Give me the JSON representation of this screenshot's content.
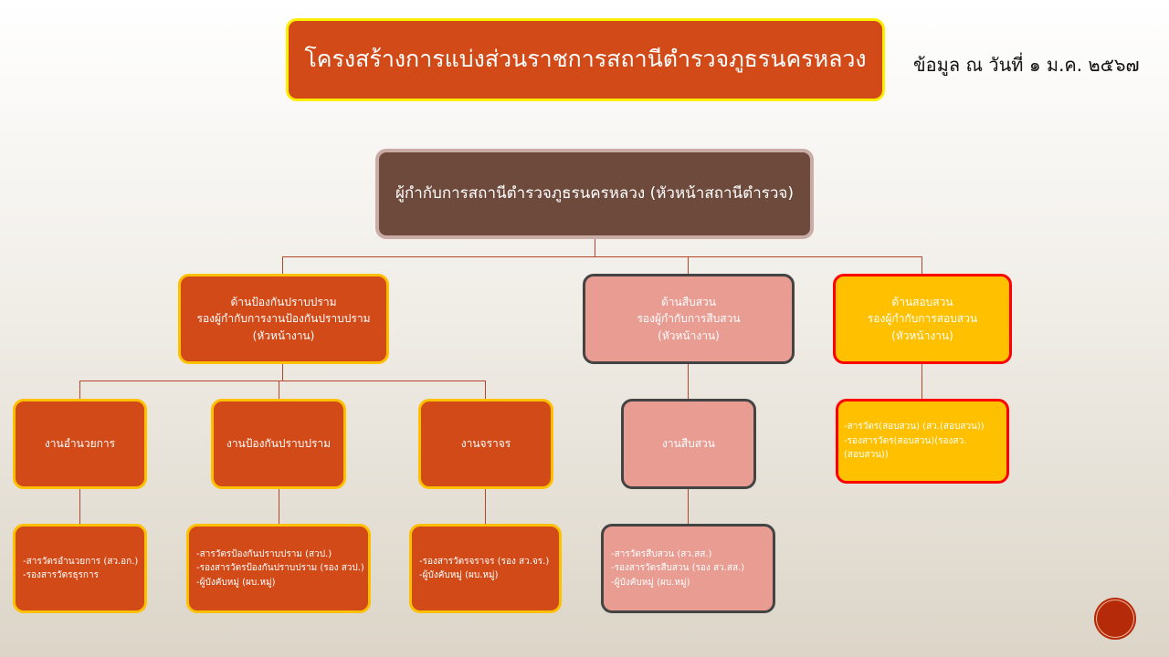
{
  "title": "โครงสร้างการแบ่งส่วนราชการสถานีตำรวจภูธรนครหลวง",
  "date": "ข้อมูล ณ วันที่ ๑ ม.ค. ๒๕๖๗",
  "head": "ผู้กำกับการสถานีตำรวจภูธรนครหลวง (หัวหน้าสถานีตำรวจ)",
  "divisions": [
    {
      "line1": "ด้านป้องกันปราบปราม",
      "line2": "รองผู้กำกับการงานป้องกันปราบปราม",
      "line3": "(หัวหน้างาน)"
    },
    {
      "line1": "ด้านสืบสวน",
      "line2": "รองผู้กำกับการสืบสวน",
      "line3": "(หัวหน้างาน)"
    },
    {
      "line1": "ด้านสอบสวน",
      "line2": "รองผู้กำกับการสอบสวน",
      "line3": "(หัวหน้างาน)"
    }
  ],
  "units": [
    "งานอำนวยการ",
    "งานป้องกันปราบปราม",
    "งานจราจร",
    "งานสืบสวน"
  ],
  "investigation_staff": [
    "-สารวัตร(สอบสวน) (สว.(สอบสวน))",
    "-รองสารวัตร(สอบสวน)(รองสว.(สอบสวน))"
  ],
  "staff": [
    [
      "-สารวัตรอำนวยการ  (สว.อก.)",
      "-รองสารวัตรธุรการ"
    ],
    [
      "-สารวัตรป้องกันปราบปราม (สวป.)",
      "-รองสารวัตรป้องกันปราบปราม (รอง สวป.)",
      "-ผู้บังคับหมู่ (ผบ.หมู่)"
    ],
    [
      "-รองสารวัตรจราจร (รอง สว.จร.)",
      "-ผู้บังคับหมู่ (ผบ.หมู่)"
    ],
    [
      "-สารวัตรสืบสวน (สว.สส.)",
      "-รองสารวัตรสืบสวน (รอง สว.สส.)",
      "-ผู้บังคับหมู่ (ผบ.หมู่)"
    ]
  ]
}
